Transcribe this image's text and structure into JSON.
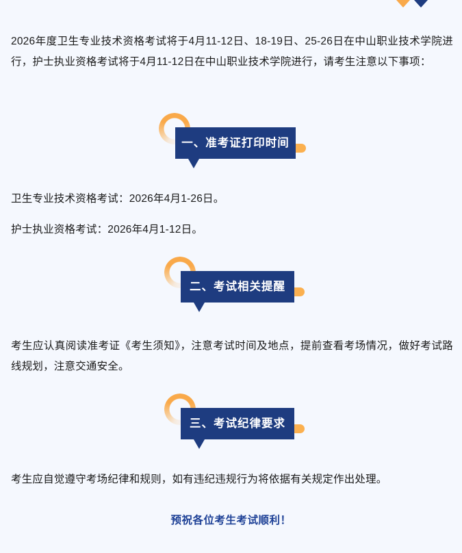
{
  "colors": {
    "background": "#f5f8fe",
    "navy": "#1e3c80",
    "orange": "#fbb04f",
    "body_text": "#1a1a1a",
    "footer_text": "#1d4096"
  },
  "decorations": {
    "gem_orange": "diamond-gem-icon",
    "gem_navy": "diamond-gem-icon"
  },
  "intro": {
    "paragraph": "2026年度卫生专业技术资格考试将于4月11-12日、18-19日、25-26日在中山职业技术学院进行，护士执业资格考试将于4月11-12日在中山职业技术学院进行，请考生注意以下事项："
  },
  "sections": [
    {
      "badge_label": "一、准考证打印时间",
      "paragraphs": [
        "卫生专业技术资格考试：2026年4月1-26日。",
        "护士执业资格考试：2026年4月1-12日。"
      ]
    },
    {
      "badge_label": "二、考试相关提醒",
      "paragraphs": [
        "考生应认真阅读准考证《考生须知》，注意考试时间及地点，提前查看考场情况，做好考试路线规划，注意交通安全。"
      ]
    },
    {
      "badge_label": "三、考试纪律要求",
      "paragraphs": [
        "考生应自觉遵守考场纪律和规则，如有违纪违规行为将依据有关规定作出处理。"
      ]
    }
  ],
  "footer": {
    "wish": "预祝各位考生考试顺利！"
  }
}
